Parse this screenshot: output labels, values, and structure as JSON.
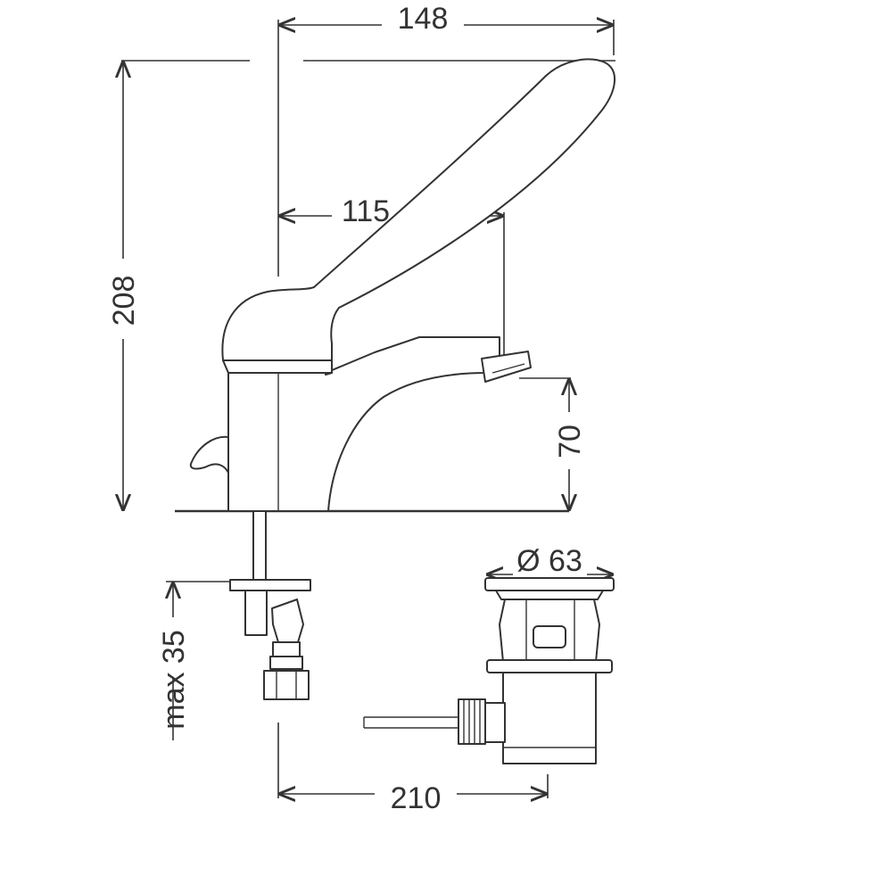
{
  "dimensions": {
    "overall_length": "148",
    "spout_reach": "115",
    "overall_height": "208",
    "spout_height": "70",
    "waste_diameter": "Ø 63",
    "max_deck_thickness": "max 35",
    "centre_distance": "210"
  },
  "colors": {
    "line": "#333333",
    "background": "#ffffff"
  }
}
